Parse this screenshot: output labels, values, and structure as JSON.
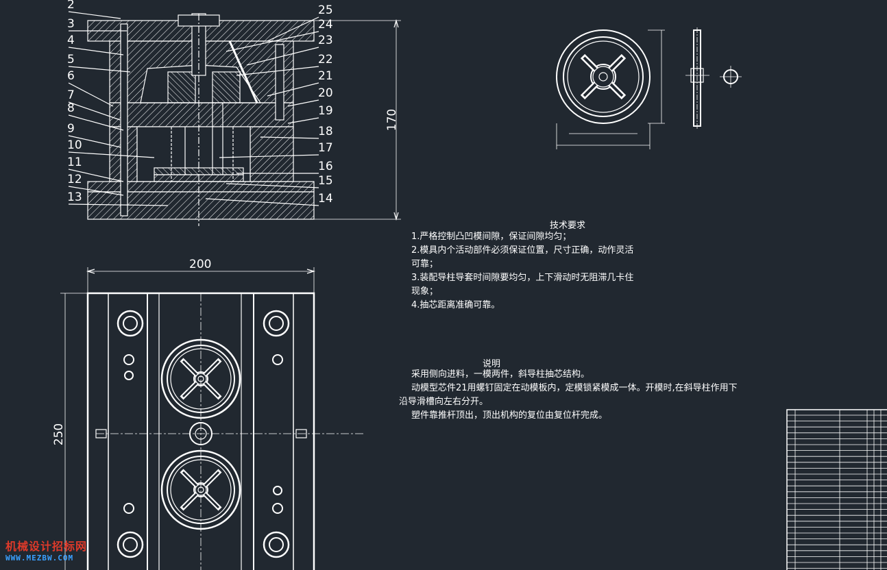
{
  "colors": {
    "background": "#212830",
    "line": "#ffffff",
    "watermark_red": "#e03a2a",
    "watermark_blue": "#3aa0ff"
  },
  "drawing": {
    "part_numbers_left": [
      "2",
      "3",
      "4",
      "5",
      "6",
      "7",
      "8",
      "9",
      "10",
      "11",
      "12",
      "13"
    ],
    "part_numbers_right": [
      "25",
      "24",
      "23",
      "22",
      "21",
      "20",
      "19",
      "18",
      "17",
      "16",
      "15",
      "14"
    ],
    "dim_height": "170",
    "dim_width_top": "200",
    "dim_width_side": "250"
  },
  "tech_requirements": {
    "title": "技术要求",
    "lines": [
      "1.严格控制凸凹模间隙，保证间隙均匀；",
      "2.模具内个活动部件必须保证位置，尺寸正确，动作灵活",
      "可靠；",
      "3.装配导柱导套时间隙要均匀，上下滑动时无阻滞几卡住",
      "现象；",
      "4.抽芯距离准确可靠。"
    ]
  },
  "notes": {
    "title": "说明",
    "lines": [
      "采用侧向进料，一模两件，斜导柱抽芯结构。",
      "动模型芯件21用螺钉固定在动模板内，定模锁紧模成一体。开模时,在斜导柱作用下",
      "沿导滑槽向左右分开。",
      "塑件靠推杆顶出，顶出机构的复位由复位杆完成。"
    ]
  },
  "watermark": {
    "line1": "机械设计招标网",
    "line2": "WWW.MEZBW.COM"
  }
}
